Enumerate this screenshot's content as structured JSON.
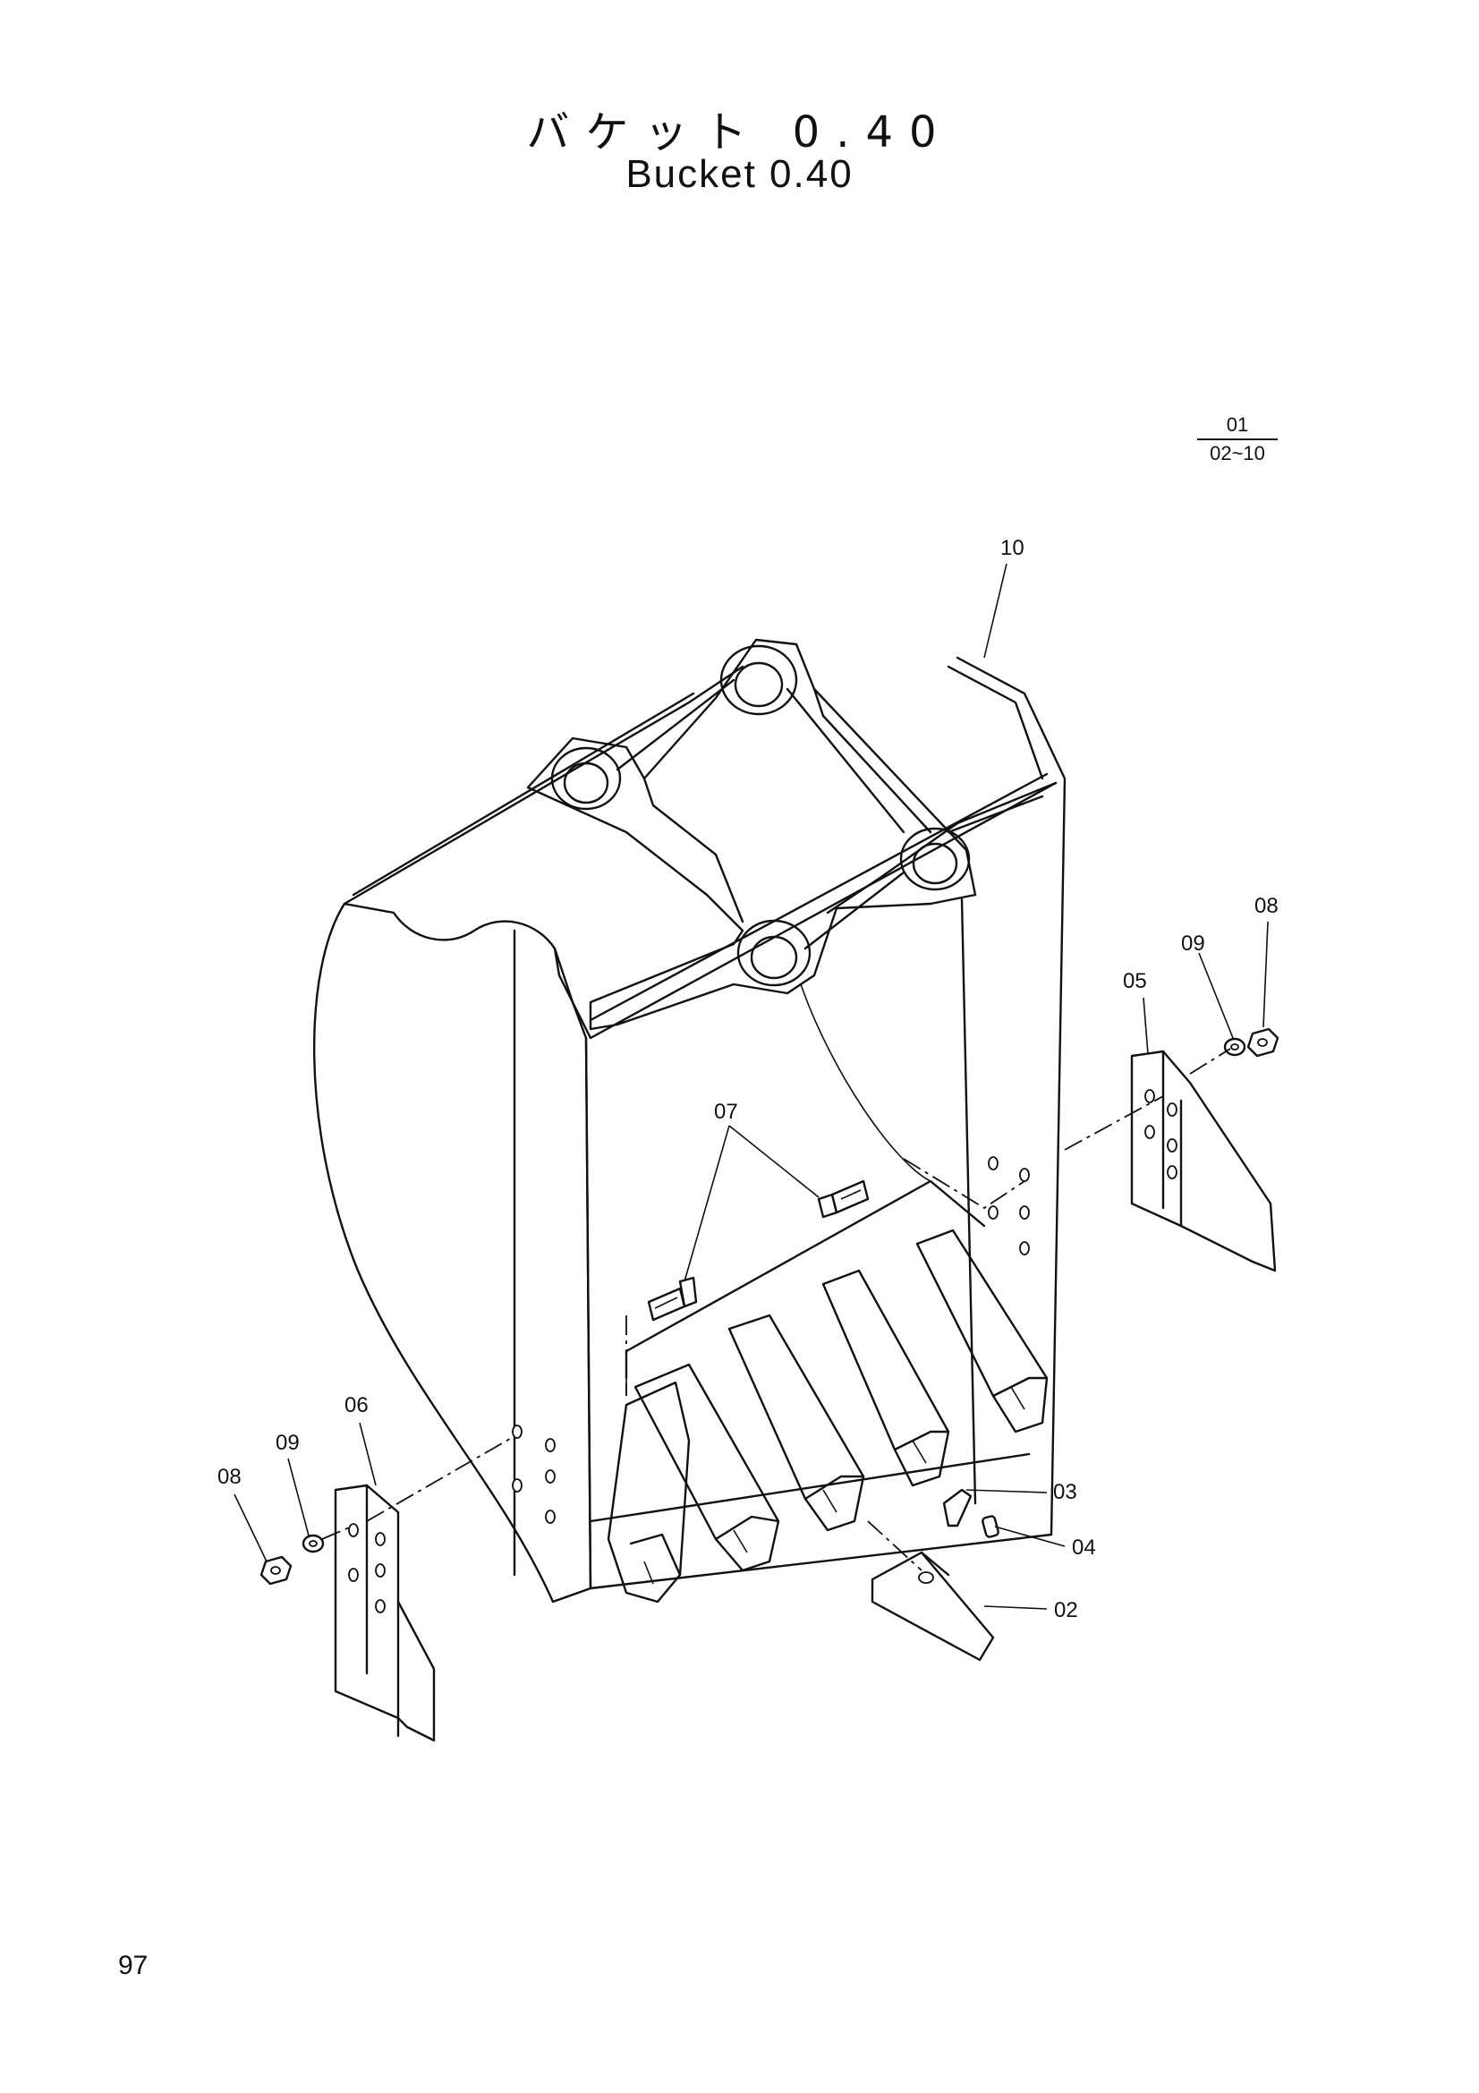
{
  "title": {
    "japanese": "バケット 0.40",
    "english": "Bucket 0.40"
  },
  "assembly_ref": {
    "numerator": "01",
    "denominator": "02~10"
  },
  "callouts": {
    "p10": "10",
    "p08_right": "08",
    "p09_right": "09",
    "p05": "05",
    "p07": "07",
    "p06": "06",
    "p09_left": "09",
    "p08_left": "08",
    "p03": "03",
    "p04": "04",
    "p02": "02"
  },
  "page_number": "97"
}
